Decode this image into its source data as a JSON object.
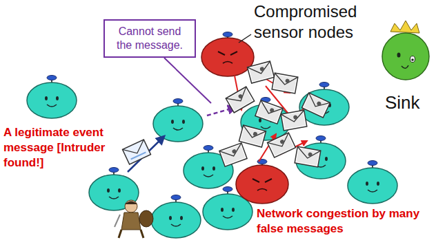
{
  "diagram": {
    "nodes": [
      {
        "text": [
          "Cannot send the message."
        ]
      }
    ],
    "labels": [
      "Compromised sensor nodes",
      "A legitimate event message [Intruder found!]",
      "Network congestion by many false messages",
      "Sink"
    ]
  }
}
